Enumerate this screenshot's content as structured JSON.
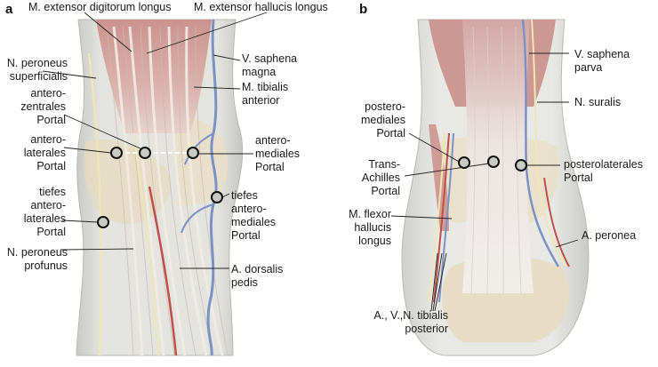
{
  "panel_a": {
    "letter": "a",
    "labels": {
      "ext_dig_longus": "M. extensor digitorum longus",
      "ext_hall_longus": "M. extensor hallucis longus",
      "n_peroneus_superficialis": "N. peroneus\nsuperficialis",
      "anterozentrales_portal": "antero-\nzentrales\nPortal",
      "anterolaterales_portal": "antero-\nlaterales\nPortal",
      "tiefes_anterolaterales_portal": "tiefes\nantero-\nlaterales\nPortal",
      "n_peroneus_profundus": "N. peroneus\nprofunus",
      "v_saphena_magna": "V. saphena\nmagna",
      "m_tibialis_anterior": "M. tibialis\nanterior",
      "anteromediales_portal": "antero-\nmediales\nPortal",
      "tiefes_anteromediales_portal": "tiefes\nantero-\nmediales\nPortal",
      "a_dorsalis_pedis": "A. dorsalis\npedis"
    }
  },
  "panel_b": {
    "letter": "b",
    "labels": {
      "v_saphena_parva": "V. saphena\nparva",
      "n_suralis": "N. suralis",
      "posteromediales_portal": "postero-\nmediales\nPortal",
      "trans_achilles_portal": "Trans-\nAchilles\nPortal",
      "m_flexor_hallucis_longus": "M. flexor\nhallucis\nlongus",
      "a_v_n_tibialis_posterior": "A., V.,N. tibialis\nposterior",
      "posterolaterales_portal": "posterolaterales\nPortal",
      "a_peronea": "A. peronea"
    }
  },
  "colors": {
    "skin": "#dcdcd8",
    "muscle": "#c98f8a",
    "tendon": "#ece8e0",
    "bone": "#e6dcc0",
    "vein": "#7d92c4",
    "artery": "#c0504a",
    "nerve": "#efe6b4",
    "leader": "#222222"
  }
}
